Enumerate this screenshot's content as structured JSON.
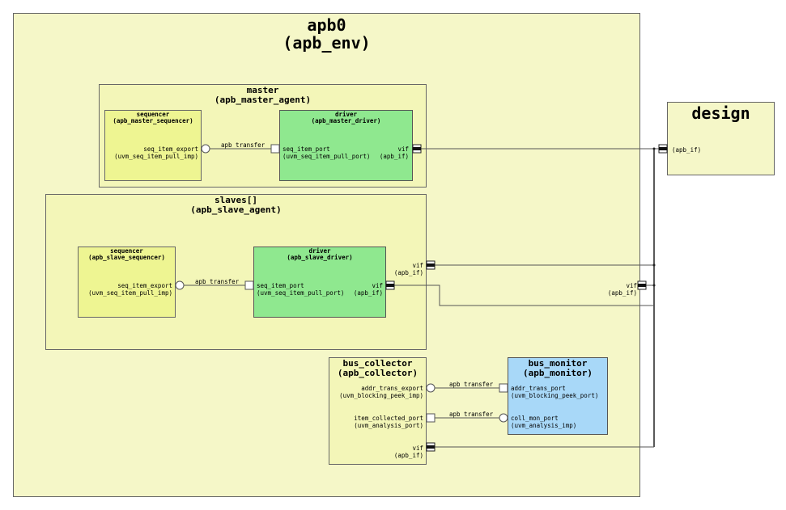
{
  "env": {
    "name": "apb0",
    "type": "(apb_env)"
  },
  "design": {
    "name": "design",
    "vif_type": "(apb_if)"
  },
  "master": {
    "name": "master",
    "type": "(apb_master_agent)",
    "sequencer": {
      "name": "sequencer",
      "type": "(apb_master_sequencer)",
      "port": "seq_item_export",
      "port_type": "(uvm_seq_item_pull_imp)"
    },
    "driver": {
      "name": "driver",
      "type": "(apb_master_driver)",
      "port": "seq_item_port",
      "port_type": "(uvm_seq_item_pull_port)",
      "vif": "vif",
      "vif_type": "(apb_if)"
    },
    "conn_label": "apb_transfer"
  },
  "slaves": {
    "name": "slaves[]",
    "type": "(apb_slave_agent)",
    "vif": "vif",
    "vif_type": "(apb_if)",
    "sequencer": {
      "name": "sequencer",
      "type": "(apb_slave_sequencer)",
      "port": "seq_item_export",
      "port_type": "(uvm_seq_item_pull_imp)"
    },
    "driver": {
      "name": "driver",
      "type": "(apb_slave_driver)",
      "port": "seq_item_port",
      "port_type": "(uvm_seq_item_pull_port)",
      "vif": "vif",
      "vif_type": "(apb_if)"
    },
    "conn_label": "apb_transfer"
  },
  "env_vif": {
    "name": "vif",
    "type": "(apb_if)"
  },
  "collector": {
    "name": "bus_collector",
    "type": "(apb_collector)",
    "export1": "addr_trans_export",
    "export1_type": "(uvm_blocking_peek_imp)",
    "port2": "item_collected_port",
    "port2_type": "(uvm_analysis_port)",
    "vif": "vif",
    "vif_type": "(apb_if)"
  },
  "monitor": {
    "name": "bus_monitor",
    "type": "(apb_monitor)",
    "port1": "addr_trans_port",
    "port1_type": "(uvm_blocking_peek_port)",
    "port2": "coll_mon_port",
    "port2_type": "(uvm_analysis_imp)"
  },
  "conn_label_1": "apb_transfer",
  "conn_label_2": "apb_transfer"
}
